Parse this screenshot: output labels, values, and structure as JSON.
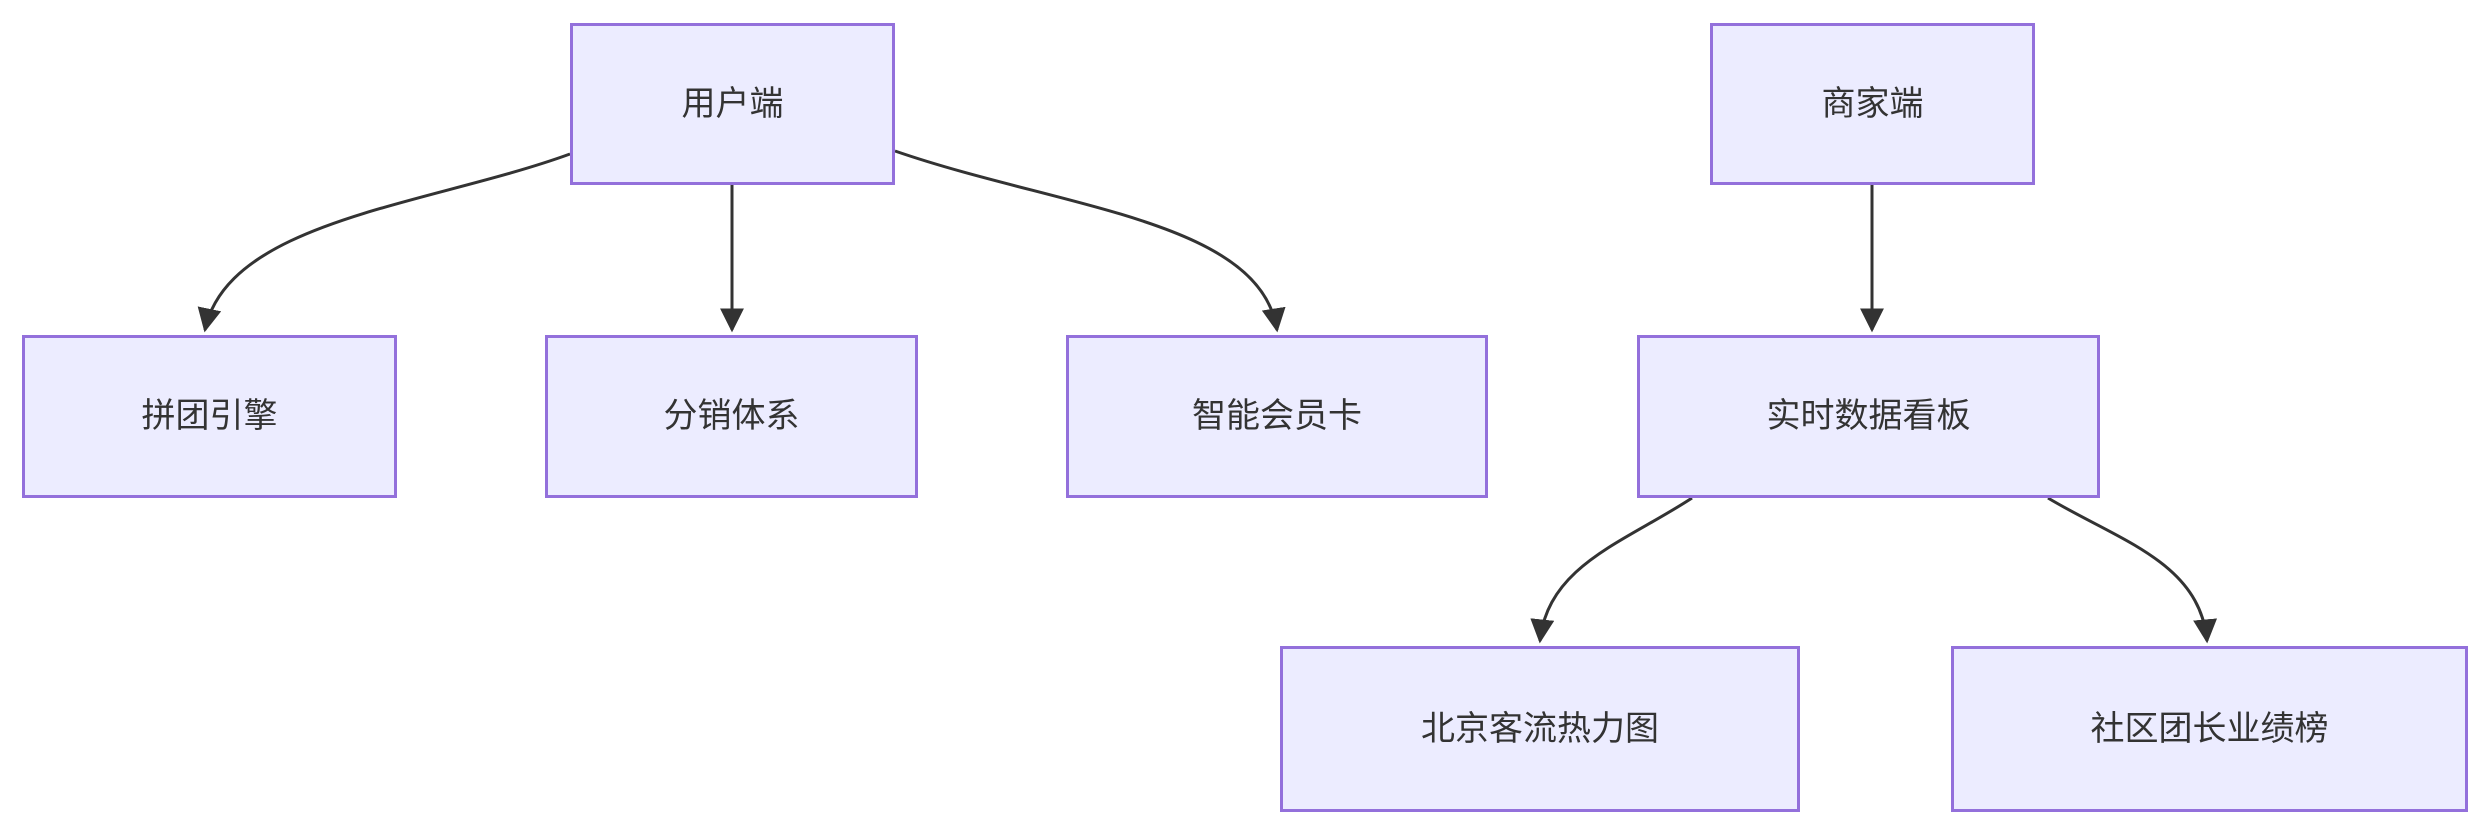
{
  "diagram": {
    "type": "flowchart",
    "direction": "top-down",
    "nodes": {
      "user_side": {
        "label": "用户端"
      },
      "merchant_side": {
        "label": "商家端"
      },
      "group_engine": {
        "label": "拼团引擎"
      },
      "distribution": {
        "label": "分销体系"
      },
      "smart_card": {
        "label": "智能会员卡"
      },
      "dashboard": {
        "label": "实时数据看板"
      },
      "heatmap": {
        "label": "北京客流热力图"
      },
      "leaderboard": {
        "label": "社区团长业绩榜"
      }
    },
    "edges": [
      {
        "from": "用户端",
        "to": "拼团引擎",
        "arrow": "filled-triangle"
      },
      {
        "from": "用户端",
        "to": "分销体系",
        "arrow": "filled-triangle"
      },
      {
        "from": "用户端",
        "to": "智能会员卡",
        "arrow": "filled-triangle"
      },
      {
        "from": "商家端",
        "to": "实时数据看板",
        "arrow": "filled-triangle"
      },
      {
        "from": "实时数据看板",
        "to": "北京客流热力图",
        "arrow": "filled-triangle"
      },
      {
        "from": "实时数据看板",
        "to": "社区团长业绩榜",
        "arrow": "filled-triangle"
      }
    ],
    "colors": {
      "background": "#FFFFFF",
      "node_fill": "#ECECFF",
      "node_border": "#9370DB",
      "edge": "#333333",
      "text": "#333333"
    }
  }
}
